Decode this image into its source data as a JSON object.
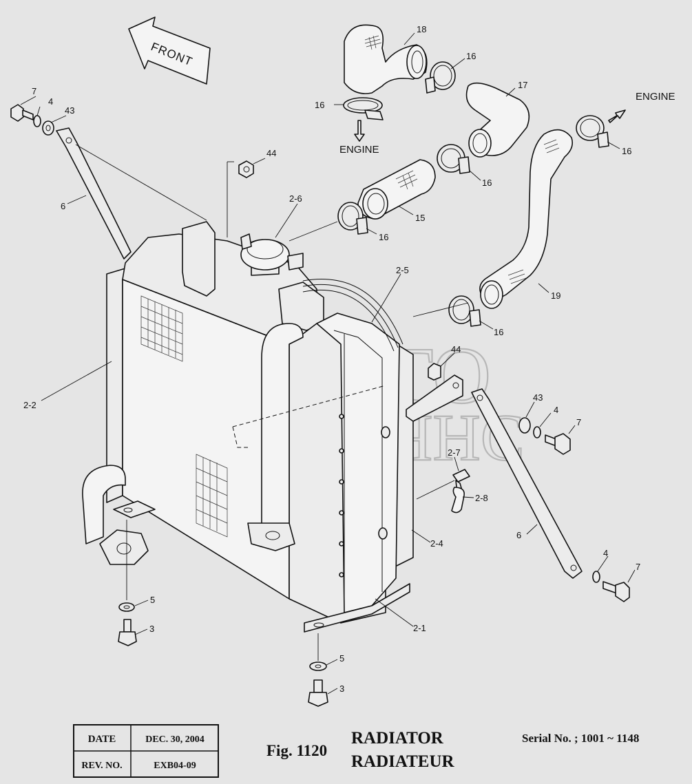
{
  "figure": {
    "fig_label": "Fig. 1120",
    "title_en": "RADIATOR",
    "title_fr": "RADIATEUR",
    "serial": "Serial No. ; 1001 ~ 1148"
  },
  "info_table": {
    "date_label": "DATE",
    "date_value": "DEC. 30, 2004",
    "rev_label": "REV. NO.",
    "rev_value": "EXB04-09"
  },
  "labels": {
    "front": "FRONT",
    "engine_top": "ENGINE",
    "engine_right": "ENGINE"
  },
  "callouts": {
    "c18": "18",
    "c16_a": "16",
    "c16_b": "16",
    "c17": "17",
    "c16_c": "16",
    "c16_d": "16",
    "c15": "15",
    "c16_e": "16",
    "c19": "19",
    "c16_f": "16",
    "c7_tl": "7",
    "c4_tl": "4",
    "c43_tl": "43",
    "c44_top": "44",
    "c6_left": "6",
    "c2_6": "2-6",
    "c2_5": "2-5",
    "c2_2": "2-2",
    "c44_mid": "44",
    "c43_r": "43",
    "c4_r": "4",
    "c7_r": "7",
    "c2_7": "2-7",
    "c2_8": "2-8",
    "c2_4": "2-4",
    "c6_right": "6",
    "c4_br": "4",
    "c7_br": "7",
    "c5_l": "5",
    "c3_l": "3",
    "c2_1": "2-1",
    "c5_c": "5",
    "c3_c": "3"
  },
  "watermark": {
    "line1": "АВТО",
    "line2": "АЛЬЯНС"
  }
}
